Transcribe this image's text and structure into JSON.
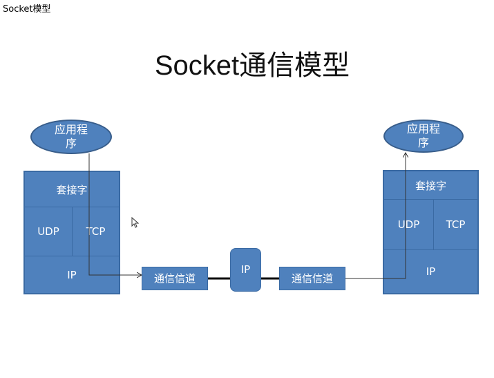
{
  "window": {
    "title": "Socket模型"
  },
  "slide": {
    "title": "Socket通信模型"
  },
  "left_host": {
    "app": "应用程\n序",
    "socket": "套接字",
    "udp": "UDP",
    "tcp": "TCP",
    "ip": "IP"
  },
  "right_host": {
    "app": "应用程\n序",
    "socket": "套接字",
    "udp": "UDP",
    "tcp": "TCP",
    "ip": "IP"
  },
  "channel": {
    "left_label": "通信信道",
    "router_label": "IP",
    "right_label": "通信信道"
  },
  "colors": {
    "box_fill": "#4f81bd",
    "box_border": "#3a6aa3",
    "link": "#000000"
  }
}
